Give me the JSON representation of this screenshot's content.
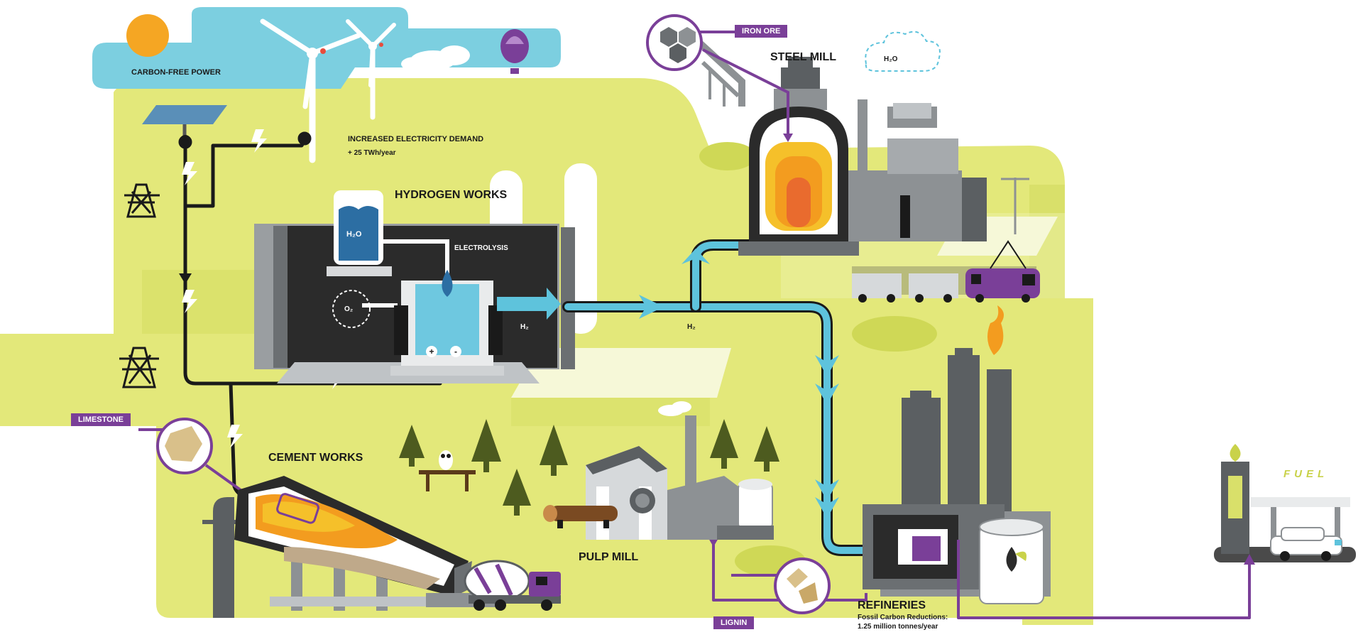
{
  "labels": {
    "carbon_free_power": "CARBON-FREE POWER",
    "electricity_demand": "INCREASED ELECTRICITY DEMAND",
    "electricity_demand_value": "+ 25 TWh/year",
    "hydrogen_works": "HYDROGEN WORKS",
    "electrolysis": "ELECTROLYSIS",
    "h2o_tank": "H₂O",
    "o2": "O₂",
    "h2_inner": "H₂",
    "h2_pipe": "H₂",
    "steel_mill": "STEEL MILL",
    "h2o_cloud": "H₂O",
    "cement_works": "CEMENT WORKS",
    "pulp_mill": "PULP MILL",
    "refineries": "REFINERIES",
    "refineries_sub1": "Fossil Carbon Reductions:",
    "refineries_sub2": "1.25 million tonnes/year",
    "fuel": "FUEL"
  },
  "tags": {
    "iron_ore": "IRON ORE",
    "limestone": "LIMESTONE",
    "lignin": "LIGNIN"
  },
  "colors": {
    "land": "#e3e87a",
    "land_dark": "#c9d24a",
    "sky": "#7ccfe0",
    "hydrogen_pipe": "#5ec3dc",
    "power_line": "#1a1a1a",
    "purple": "#7a3f98",
    "building_gray": "#8d9194",
    "dark": "#2b2b2b",
    "sun": "#f5a623",
    "flame": "#f39c1f"
  }
}
